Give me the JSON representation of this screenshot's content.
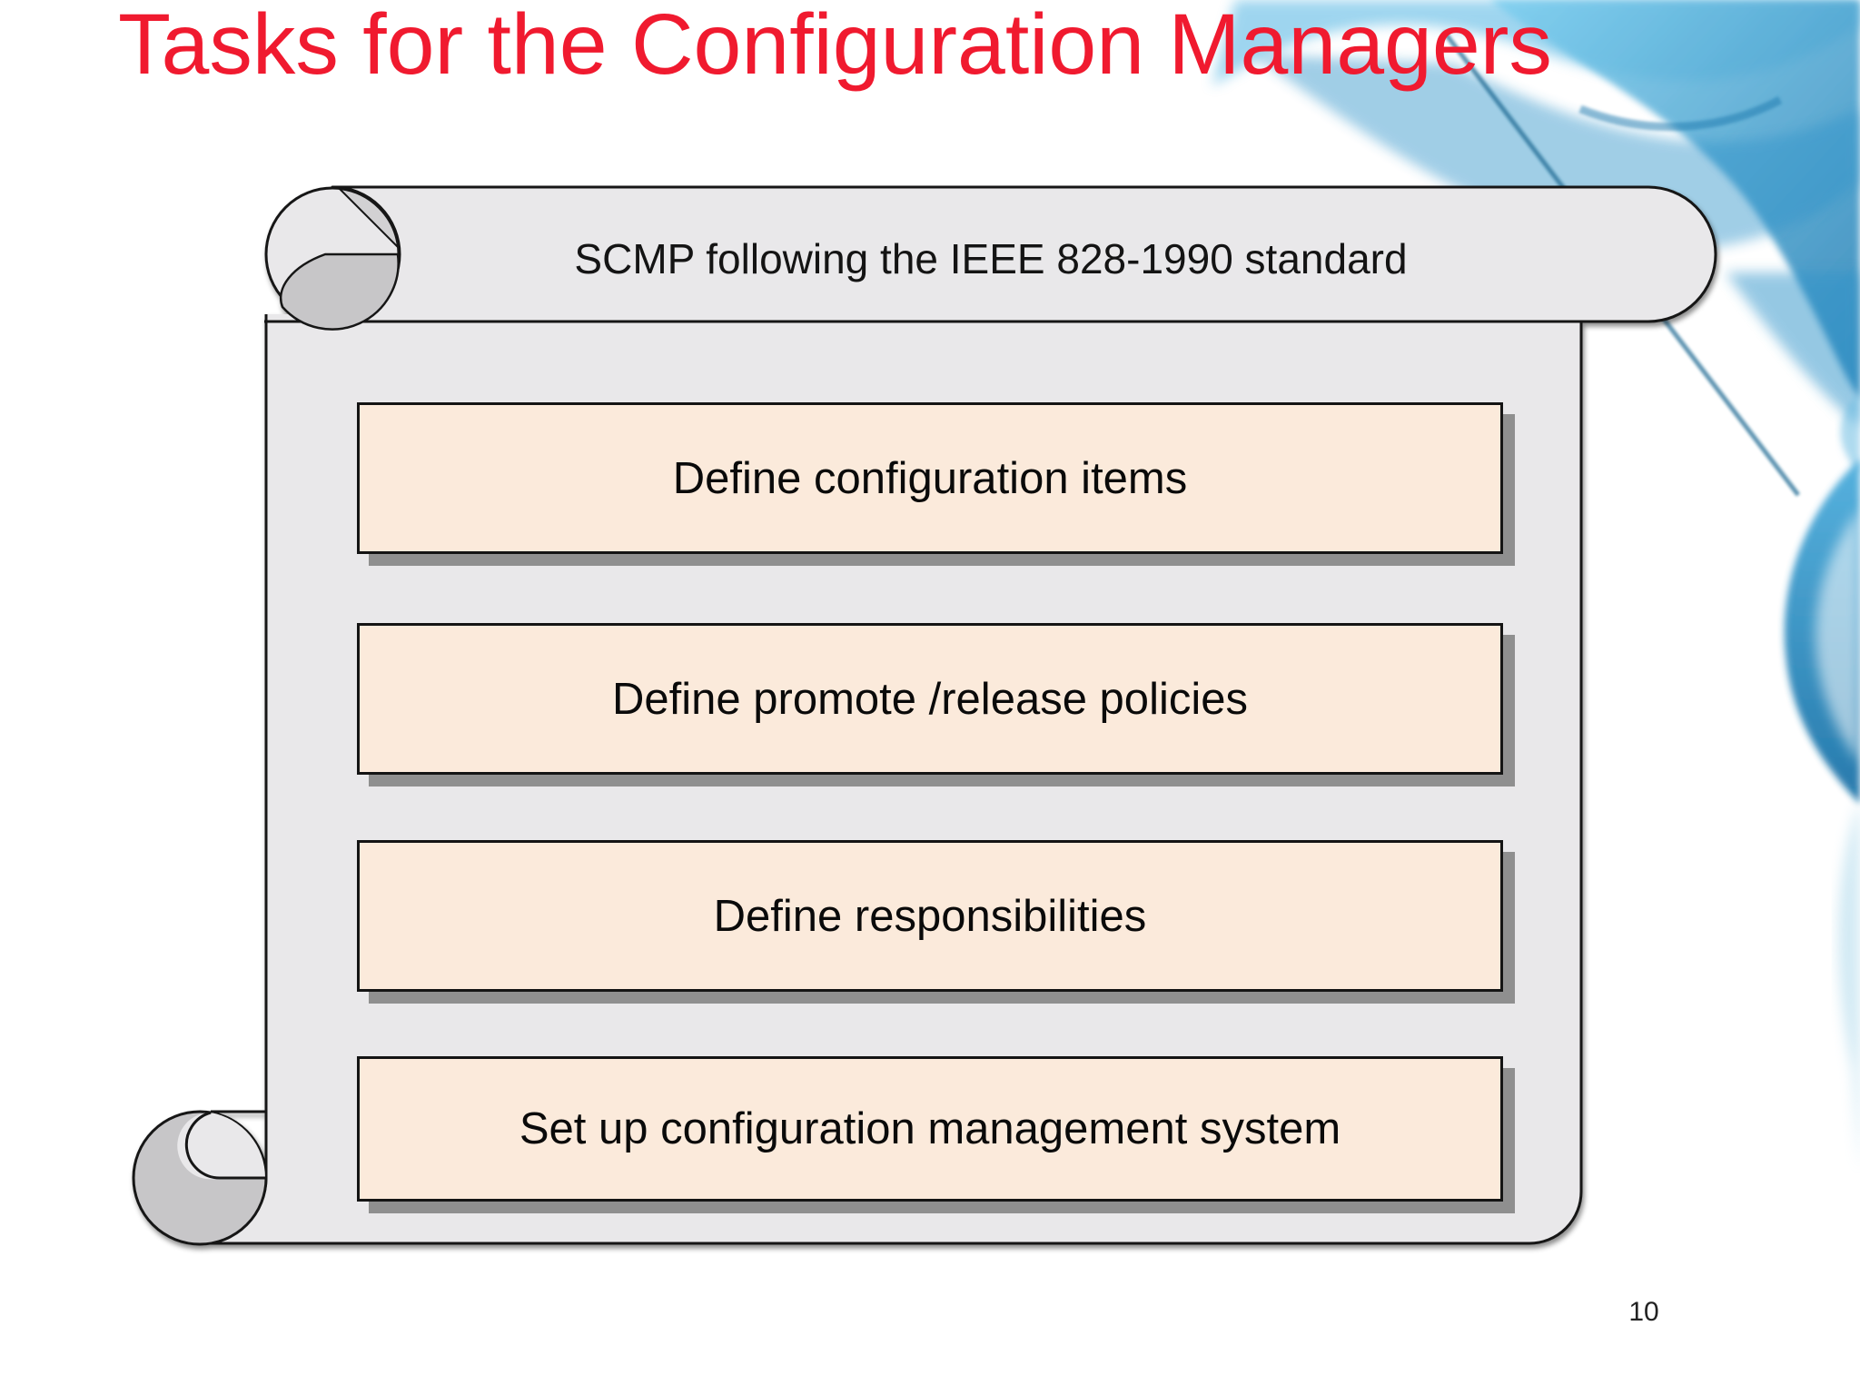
{
  "slide": {
    "title": "Tasks for the Configuration Managers",
    "scroll_banner_text": "SCMP following the IEEE 828-1990 standard",
    "tasks": [
      "Define configuration items",
      "Define promote /release policies",
      "Define responsibilities",
      "Set up configuration management system"
    ],
    "page_number": "10",
    "colors": {
      "title_red": "#F01A2F",
      "task_box_fill": "#FBEADB",
      "task_box_shadow": "#8F8F8F",
      "scroll_fill": "#E9E8EA",
      "scroll_curl_shade": "#C7C6C8",
      "outline_black": "#141414",
      "decoration_blue": "#2E93C9",
      "background": "#FFFFFF"
    }
  }
}
